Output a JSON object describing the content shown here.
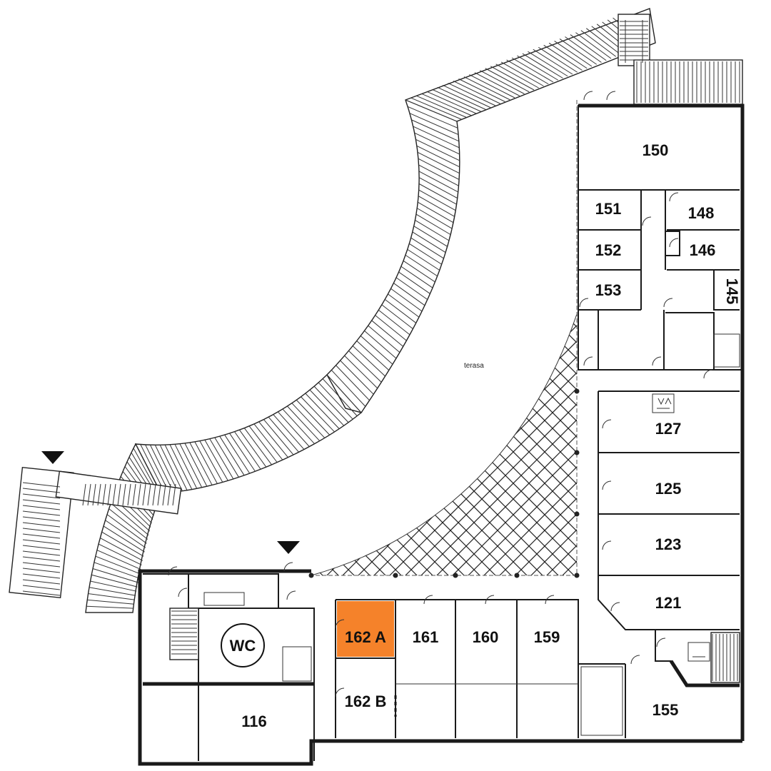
{
  "rooms": [
    {
      "id": "150",
      "label": "150",
      "highlight": false
    },
    {
      "id": "151",
      "label": "151",
      "highlight": false
    },
    {
      "id": "148",
      "label": "148",
      "highlight": false
    },
    {
      "id": "152",
      "label": "152",
      "highlight": false
    },
    {
      "id": "146",
      "label": "146",
      "highlight": false
    },
    {
      "id": "153",
      "label": "153",
      "highlight": false
    },
    {
      "id": "145",
      "label": "145",
      "highlight": false
    },
    {
      "id": "127",
      "label": "127",
      "highlight": false
    },
    {
      "id": "125",
      "label": "125",
      "highlight": false
    },
    {
      "id": "123",
      "label": "123",
      "highlight": false
    },
    {
      "id": "121",
      "label": "121",
      "highlight": false
    },
    {
      "id": "162a",
      "label": "162 A",
      "highlight": true
    },
    {
      "id": "161",
      "label": "161",
      "highlight": false
    },
    {
      "id": "160",
      "label": "160",
      "highlight": false
    },
    {
      "id": "159",
      "label": "159",
      "highlight": false
    },
    {
      "id": "162b",
      "label": "162 B",
      "highlight": false
    },
    {
      "id": "155",
      "label": "155",
      "highlight": false
    },
    {
      "id": "116",
      "label": "116",
      "highlight": false
    }
  ],
  "wc_label": "WC",
  "terrace_label": "terasa",
  "colors": {
    "highlight": "#F5822A",
    "wall": "#1a1a1a",
    "background": "#ffffff"
  },
  "icons": [
    "entrance-marker-icon",
    "elevator-icon"
  ]
}
